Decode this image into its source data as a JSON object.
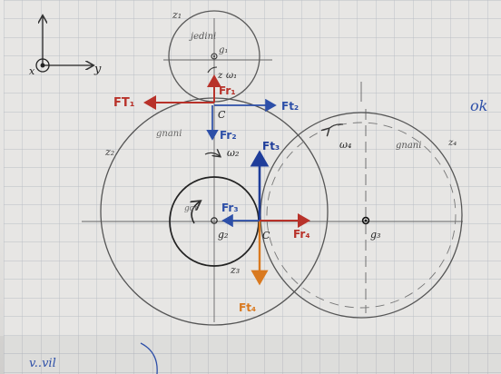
{
  "colors": {
    "paper": "#e7e6e4",
    "grid": "#bfc3c9",
    "pencil": "#4a4a4a",
    "red": "#b8322a",
    "blue": "#2d4fa8",
    "orange": "#d9791f",
    "dark_blue": "#1f3d9a"
  },
  "labels": {
    "z1": "z₁",
    "z1_text": "jedini",
    "g1": "g₁",
    "w1": "ω₁",
    "fr1": "Fr₁",
    "ft1": "FT₁",
    "ft2": "Ft₂",
    "c_top": "C",
    "fr2": "Fr₂",
    "w2": "ω₂",
    "z2": "z₂",
    "z2_text": "gnani",
    "ft3": "Ft₃",
    "fr3": "Fr₃",
    "g2": "g₂",
    "c_mid": "C",
    "fr4": "Fr₄",
    "ft4": "Ft₄",
    "z3": "z₃",
    "w4": "ω₄",
    "z4_text": "gnani",
    "z4": "z₄",
    "g3": "g₃",
    "axis_x": "x",
    "axis_y": "y",
    "axis_z": "z",
    "edge_ok": "ok",
    "bottom_scribble": "v..vil",
    "g2_text": "gor"
  }
}
